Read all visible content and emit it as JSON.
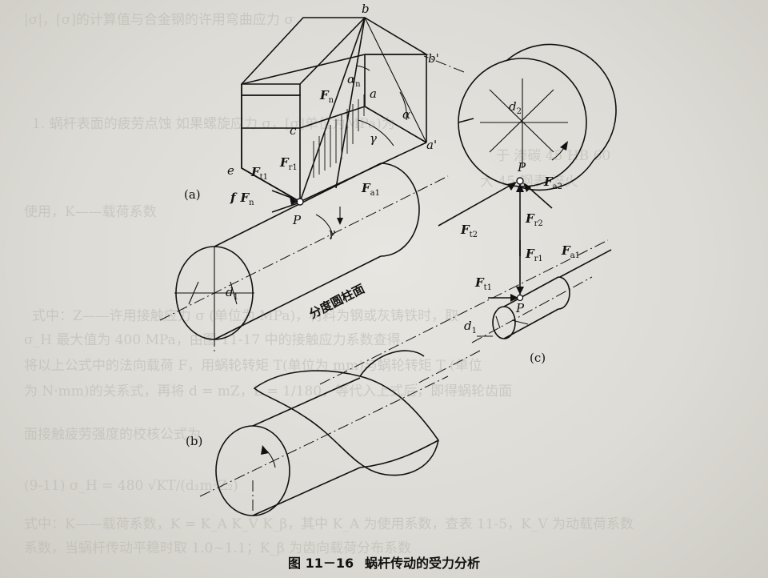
{
  "caption": {
    "figure_no": "图 11－16",
    "title": "蜗杆传动的受力分析"
  },
  "parts": {
    "a": "(a)",
    "b": "(b)",
    "c": "(c)"
  },
  "points": {
    "b": "b",
    "b_prime": "b'",
    "a": "a",
    "a_prime": "a'",
    "c": "c",
    "e": "e",
    "P": "P"
  },
  "angles": {
    "alpha_n": "α",
    "alpha_n_sub": "n",
    "alpha": "α",
    "gamma": "γ"
  },
  "forces": {
    "F_n": "F",
    "F_n_sub": "n",
    "F_t1": "F",
    "F_t1_sub": "t1",
    "F_r1": "F",
    "F_r1_sub": "r1",
    "F_a1": "F",
    "F_a1_sub": "a1",
    "F_t2": "F",
    "F_t2_sub": "t2",
    "F_r2": "F",
    "F_r2_sub": "r2",
    "F_a2": "F",
    "F_a2_sub": "a2",
    "friction_f": "f"
  },
  "diameters": {
    "d1": "d",
    "d1_sub": "1",
    "d2": "d",
    "d2_sub": "2"
  },
  "cylinder_label": "分度圆柱面"
}
